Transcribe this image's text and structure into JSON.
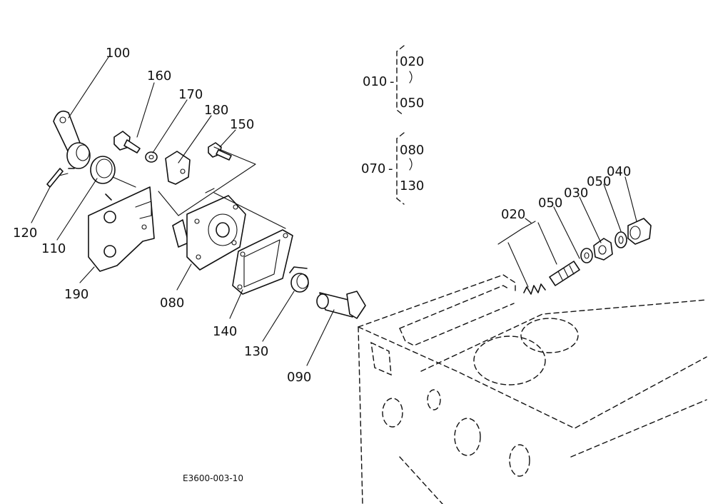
{
  "callouts": {
    "p100": "100",
    "p160": "160",
    "p170": "170",
    "p180": "180",
    "p150": "150",
    "p120": "120",
    "p110": "110",
    "p190": "190",
    "p080": "080",
    "p140": "140",
    "p130": "130",
    "p090": "090",
    "p020": "020",
    "p050a": "050",
    "p030": "030",
    "p050b": "050",
    "p040": "040"
  },
  "groups": {
    "g1": {
      "parent": "010",
      "from": "020",
      "to": "050"
    },
    "g2": {
      "parent": "070",
      "from": "080",
      "to": "130"
    }
  },
  "drawing_code": "E3600-003-10"
}
